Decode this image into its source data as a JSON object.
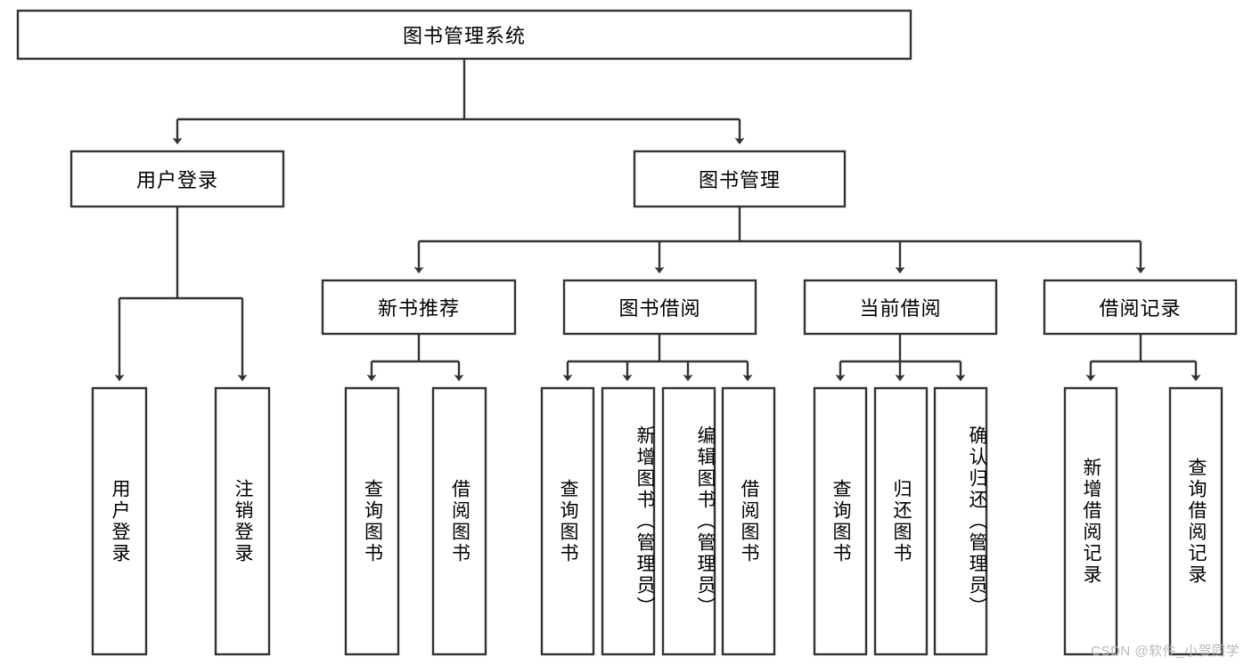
{
  "diagram": {
    "title": "图书管理系统",
    "watermark": "CSDN @软件_小贺同学",
    "colors": {
      "stroke": "#333333",
      "fill": "#ffffff",
      "text": "#000000",
      "watermark": "#b8b8b8",
      "background": "#ffffff"
    },
    "root": {
      "label": "图书管理系统"
    },
    "level2": [
      {
        "label": "用户登录"
      },
      {
        "label": "图书管理"
      }
    ],
    "level3": [
      {
        "label": "新书推荐"
      },
      {
        "label": "图书借阅"
      },
      {
        "label": "当前借阅"
      },
      {
        "label": "借阅记录"
      }
    ],
    "leaves": {
      "user_login": [
        {
          "label": "用户登录"
        },
        {
          "label": "注销登录"
        }
      ],
      "new_book": [
        {
          "label": "查询图书"
        },
        {
          "label": "借阅图书"
        }
      ],
      "book_borrow": [
        {
          "label": "查询图书"
        },
        {
          "label": "新增图书（管理员）"
        },
        {
          "label": "编辑图书（管理员）"
        },
        {
          "label": "借阅图书"
        }
      ],
      "current_borrow": [
        {
          "label": "查询图书"
        },
        {
          "label": "归还图书"
        },
        {
          "label": "确认归还（管理员）"
        }
      ],
      "borrow_record": [
        {
          "label": "新增借阅记录"
        },
        {
          "label": "查询借阅记录"
        }
      ]
    }
  }
}
